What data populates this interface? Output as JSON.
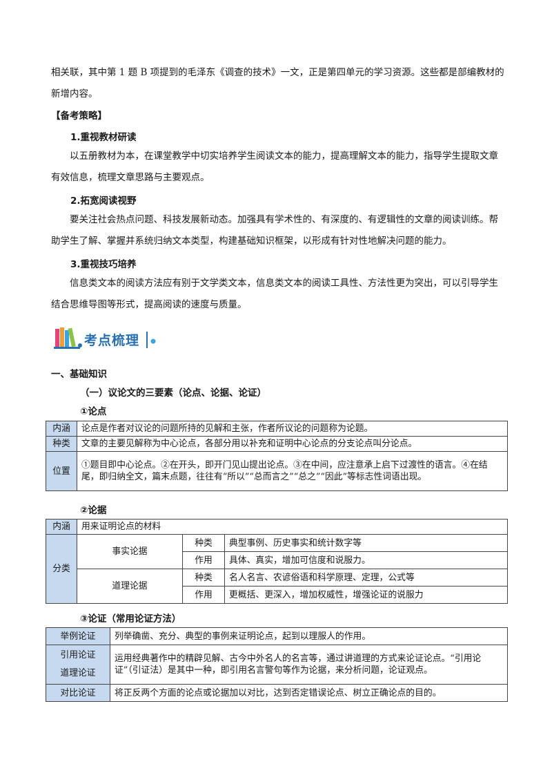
{
  "intro": "相关联，其中第 1 题 B 项提到的毛泽东《调查的技术》一文，正是第四单元的学习资源。这些都是部编教材的新增内容。",
  "strategy_heading": "【备考策略】",
  "strategies": [
    {
      "title": "1.重视教材研读",
      "text": "以五册教材为本，在课堂教学中切实培养学生阅读文本的能力，提高理解文本的能力，指导学生提取文章有效信息，梳理文章思路与主要观点。"
    },
    {
      "title": "2.拓宽阅读视野",
      "text": "要关注社会热点问题、科技发展新动态。加强具有学术性的、有深度的、有逻辑性的文章的阅读训练。帮助学生了解、掌握并系统归纳文本类型，构建基础知识框架，以形成有针对性地解决问题的能力。"
    },
    {
      "title": "3.重视技巧培养",
      "text": "信息类文本的阅读方法应有别于文学类文本，信息类文本的阅读工具性、方法性更为突出，可以引导学生结合思维导图等形式，提高阅读的速度与质量。"
    }
  ],
  "banner": {
    "title": "考点梳理"
  },
  "section1": "一、基础知识",
  "subsection1": "（一）议论文的三要素（论点、论据、论证）",
  "lundian": {
    "title": "①论点",
    "rows": [
      {
        "label": "内涵",
        "text": "论点是作者对议论的问题所持的见解和主张，作者所议论的问题称为论题。"
      },
      {
        "label": "种类",
        "text": "文章的主要见解称为中心论点，各部分用以补充和证明中心论点的分支论点叫分论点。"
      },
      {
        "label": "位置",
        "text": "①题目即中心论点。②在开头，即开门见山提出论点。③在中间，应注意承上启下过渡性的语言。④在结尾，即归纳全文，篇末点题，往往有“所以”“总而言之”“总之”“因此”等标志性词语出现。"
      }
    ]
  },
  "lunju": {
    "title": "②论据",
    "neihan_label": "内涵",
    "neihan_text": "用来证明论点的材料",
    "fenlei_label": "分类",
    "groups": [
      {
        "name": "事实论据",
        "rows": [
          {
            "label": "种类",
            "text": "典型事例、历史事实和统计数字等"
          },
          {
            "label": "作用",
            "text": "具体、真实，增加可信度和说服力。"
          }
        ]
      },
      {
        "name": "道理论据",
        "rows": [
          {
            "label": "种类",
            "text": "名人名言、农谚俗语和科学原理、定理，公式等"
          },
          {
            "label": "作用",
            "text": "更概括、更深入，增加权威性，增强论证的说服力"
          }
        ]
      }
    ]
  },
  "lunzheng": {
    "title": "③论证（常用论证方法）",
    "rows": [
      {
        "label": "举例论证",
        "label2": "",
        "text": "列举确凿、充分、典型的事例来证明论点，起到以理服人的作用。"
      },
      {
        "label": "引用论证",
        "label2": "道理论证",
        "text": "运用经典著作中的精辟见解、古今中外名人的名言等，通过讲道理的方式来论证论点。“引用论证”（引证法）是其中一种，即引用名言警句等作为论据，来分析问题，论证观点。"
      },
      {
        "label": "对比论证",
        "label2": "",
        "text": "将正反两个方面的论点或论据加以对比，达到否定错误论点、树立正确论点的目的。"
      }
    ]
  }
}
